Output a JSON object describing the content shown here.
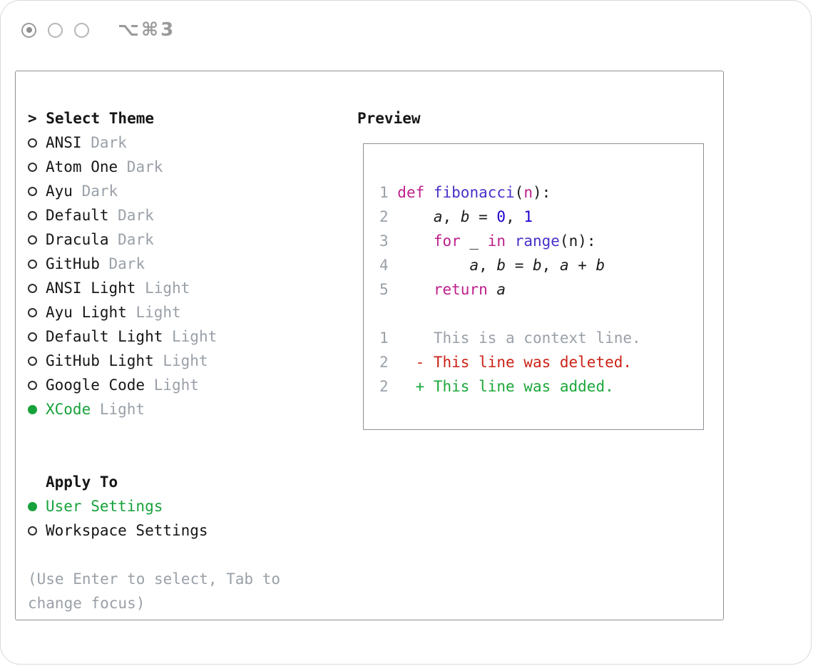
{
  "window": {
    "title": "⌥⌘3"
  },
  "colors": {
    "ui_green": "#17A23B",
    "ui_gray": "#9AA0A8",
    "ui_black": "#161616",
    "plain": "#1b1b1b",
    "keyword": "#BE208C",
    "function": "#4732C8",
    "number": "#1C00CF",
    "line_number": "#9AA0A8",
    "context": "#9AA0A8",
    "deleted": "#CB2317",
    "added": "#1CA83A"
  },
  "theme_list": {
    "header": "> Select Theme",
    "items": [
      {
        "name": "ANSI",
        "variant": "Dark",
        "selected": false
      },
      {
        "name": "Atom One",
        "variant": "Dark",
        "selected": false
      },
      {
        "name": "Ayu",
        "variant": "Dark",
        "selected": false
      },
      {
        "name": "Default",
        "variant": "Dark",
        "selected": false
      },
      {
        "name": "Dracula",
        "variant": "Dark",
        "selected": false
      },
      {
        "name": "GitHub",
        "variant": "Dark",
        "selected": false
      },
      {
        "name": "ANSI Light",
        "variant": "Light",
        "selected": false
      },
      {
        "name": "Ayu Light",
        "variant": "Light",
        "selected": false
      },
      {
        "name": "Default Light",
        "variant": "Light",
        "selected": false
      },
      {
        "name": "GitHub Light",
        "variant": "Light",
        "selected": false
      },
      {
        "name": "Google Code",
        "variant": "Light",
        "selected": false
      },
      {
        "name": "XCode",
        "variant": "Light",
        "selected": true
      }
    ]
  },
  "apply_to": {
    "header": "Apply To",
    "options": [
      {
        "label": "User Settings",
        "selected": true
      },
      {
        "label": "Workspace Settings",
        "selected": false
      }
    ]
  },
  "hint": "(Use Enter to select, Tab to change focus)",
  "preview": {
    "header": "Preview",
    "code_lines": [
      {
        "num": "1",
        "tokens": [
          {
            "t": "def ",
            "c": "keyword"
          },
          {
            "t": "fibonacci",
            "c": "function"
          },
          {
            "t": "(",
            "c": "plain"
          },
          {
            "t": "n",
            "c": "keyword"
          },
          {
            "t": "):",
            "c": "plain"
          }
        ]
      },
      {
        "num": "2",
        "tokens": [
          {
            "t": "    ",
            "c": "plain"
          },
          {
            "t": "a",
            "c": "plain",
            "i": true
          },
          {
            "t": ", ",
            "c": "plain"
          },
          {
            "t": "b",
            "c": "plain",
            "i": true
          },
          {
            "t": " = ",
            "c": "plain"
          },
          {
            "t": "0",
            "c": "number"
          },
          {
            "t": ", ",
            "c": "plain"
          },
          {
            "t": "1",
            "c": "number"
          }
        ]
      },
      {
        "num": "3",
        "tokens": [
          {
            "t": "    ",
            "c": "plain"
          },
          {
            "t": "for",
            "c": "keyword"
          },
          {
            "t": " _ ",
            "c": "plain"
          },
          {
            "t": "in",
            "c": "keyword"
          },
          {
            "t": " ",
            "c": "plain"
          },
          {
            "t": "range",
            "c": "function"
          },
          {
            "t": "(n):",
            "c": "plain"
          }
        ]
      },
      {
        "num": "4",
        "tokens": [
          {
            "t": "        ",
            "c": "plain"
          },
          {
            "t": "a",
            "c": "plain",
            "i": true
          },
          {
            "t": ", ",
            "c": "plain"
          },
          {
            "t": "b",
            "c": "plain",
            "i": true
          },
          {
            "t": " = ",
            "c": "plain"
          },
          {
            "t": "b",
            "c": "plain",
            "i": true
          },
          {
            "t": ", ",
            "c": "plain"
          },
          {
            "t": "a",
            "c": "plain",
            "i": true
          },
          {
            "t": " + ",
            "c": "plain"
          },
          {
            "t": "b",
            "c": "plain",
            "i": true
          }
        ]
      },
      {
        "num": "5",
        "tokens": [
          {
            "t": "    ",
            "c": "plain"
          },
          {
            "t": "return",
            "c": "keyword"
          },
          {
            "t": " ",
            "c": "plain"
          },
          {
            "t": "a",
            "c": "plain",
            "i": true
          }
        ]
      }
    ],
    "diff_lines": [
      {
        "num": "1",
        "body": "     This is a context line.",
        "color": "context"
      },
      {
        "num": "2",
        "body": "   - This line was deleted.",
        "color": "deleted"
      },
      {
        "num": "2",
        "body": "   + This line was added.",
        "color": "added"
      }
    ]
  }
}
